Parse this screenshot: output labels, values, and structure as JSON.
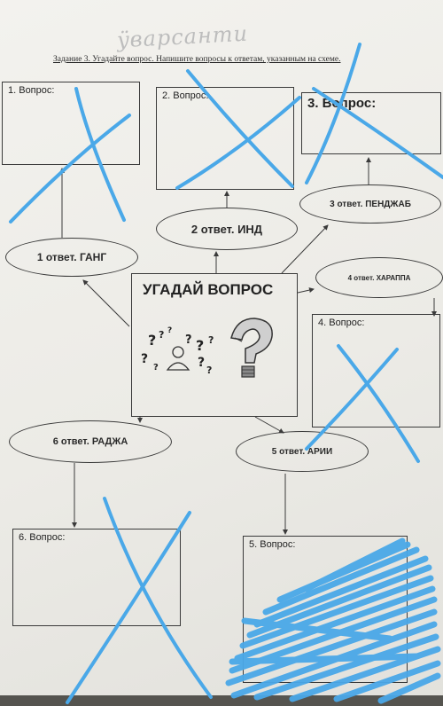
{
  "header": {
    "handwritten": "ÿварсанти",
    "task": "Задание 3. Угадайте вопрос. Напишите вопросы к ответам, указанным на схеме."
  },
  "center": {
    "title": "УГАДАЙ ВОПРОС"
  },
  "questions": [
    {
      "label": "1. Вопрос:"
    },
    {
      "label": "2. Вопрос:"
    },
    {
      "label": "3. Вопрос:"
    },
    {
      "label": "4. Вопрос:"
    },
    {
      "label": "5. Вопрос:"
    },
    {
      "label": "6. Вопрос:"
    }
  ],
  "answers": [
    {
      "label": "1 ответ. ГАНГ"
    },
    {
      "label": "2 ответ. ИНД"
    },
    {
      "label": "3 ответ. ПЕНДЖАБ"
    },
    {
      "label": "4 ответ. ХАРАППА"
    },
    {
      "label": "5 ответ. АРИИ"
    },
    {
      "label": "6 ответ. РАДЖА"
    }
  ],
  "colors": {
    "marker": "#4aa8e8",
    "ink": "#3a3a3a",
    "paper": "#efeee9"
  },
  "icons": [
    "question-marks-thinking-icon",
    "big-question-mark-icon"
  ]
}
